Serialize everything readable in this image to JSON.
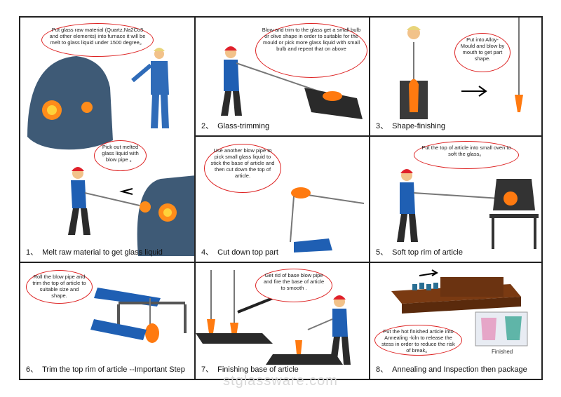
{
  "steps": [
    {
      "num": "1、",
      "title": "Melt raw material to get glass liquid",
      "note1": "Put glass raw material (Quartz,Na2Co3 and other elements) into furnace it will be melt to glass liquid under 1500 degree。",
      "note2": "Pick out melted glass liquid with blow pipe 。"
    },
    {
      "num": "2、",
      "title": "Glass-trimming",
      "note": "Blow and trim to the glass get a small bulb or olive shape in order to suitable for the mould or pick more glass liquid with small bulb and repeat that on above"
    },
    {
      "num": "3、",
      "title": "Shape-finishing",
      "note": "Put into Alloy-Mould and blow by mouth to get part shape."
    },
    {
      "num": "4、",
      "title": "Cut down top part",
      "note": "Use another blow pipe to pick small glass liquid to stick the base of article and then cut down the top of article."
    },
    {
      "num": "5、",
      "title": "Soft top rim of article",
      "note": "Put the top of article into small oven to soft the glass。"
    },
    {
      "num": "6、",
      "title": "Trim the top rim of article --Important Step",
      "note": "Roll the blow pipe and trim the top of article to suitable size and shape."
    },
    {
      "num": "7、",
      "title": "Finishing base of article",
      "note": "Get rid of base blow pipe and fire the base of article to smooth ."
    },
    {
      "num": "8、",
      "title": "Annealing and Inspection then package",
      "note": "Put the hot finished article into Annealing -kiln to release the stess in order to reduce the risk of break。",
      "finished": "Finished"
    }
  ],
  "watermark": "stglassware.com",
  "colors": {
    "furnace": "#3e5a76",
    "shirt": "#1f5fb3",
    "pants": "#2b2b2b",
    "helmet": "#e0202a",
    "flame": "#ff7a10",
    "bubble_border": "#d22222"
  }
}
